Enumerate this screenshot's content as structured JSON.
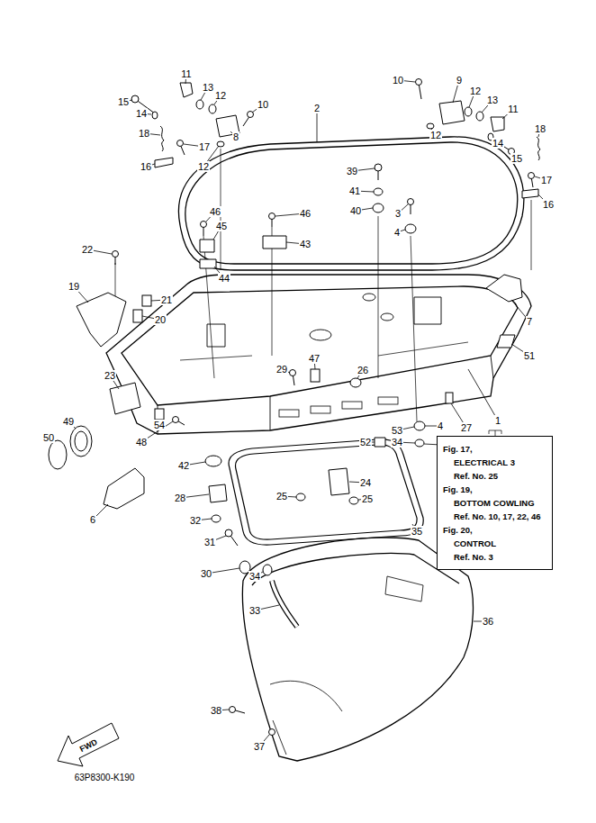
{
  "diagram": {
    "nodes": [
      {
        "text": [
          "Fig. 17,",
          "ELECTRICAL 3",
          "Ref. No. 25",
          "Fig. 19,",
          "BOTTOM COWLING",
          "Ref. No. 10, 17, 22, 46",
          "Fig. 20,",
          "CONTROL",
          "Ref. No. 3"
        ]
      }
    ],
    "labels": [
      "11",
      "15",
      "14",
      "13",
      "12",
      "10",
      "8",
      "18",
      "17",
      "16",
      "12",
      "2",
      "10",
      "9",
      "12",
      "13",
      "11",
      "12",
      "18",
      "14",
      "15",
      "17",
      "16",
      "39",
      "41",
      "40",
      "3",
      "4",
      "46",
      "45",
      "46",
      "43",
      "44",
      "22",
      "19",
      "21",
      "20",
      "7",
      "51",
      "47",
      "29",
      "26",
      "23",
      "1",
      "49",
      "50",
      "54",
      "48",
      "53",
      "4",
      "27",
      "34",
      "5",
      "52",
      "42",
      "24",
      "25",
      "25",
      "28",
      "6",
      "32",
      "31",
      "35",
      "30",
      "34",
      "33",
      "36",
      "38",
      "37",
      "FWD",
      "63P8300-K190"
    ]
  }
}
